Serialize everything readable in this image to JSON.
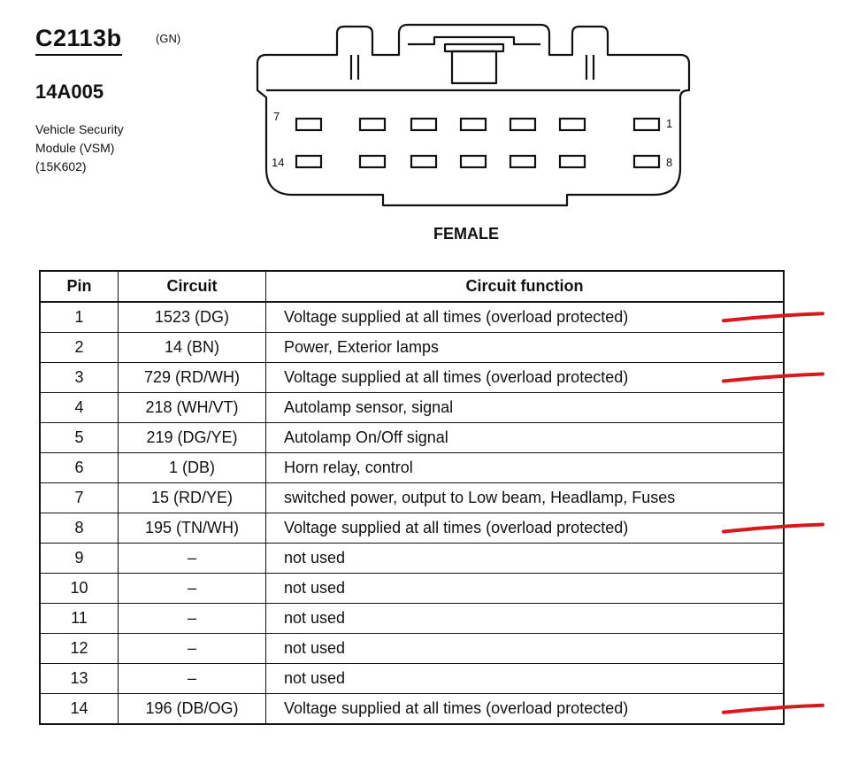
{
  "connector": {
    "id": "C2113b",
    "color_code": "(GN)",
    "part_number": "14A005",
    "description_lines": [
      "Vehicle Security",
      "Module (VSM)",
      "(15K602)"
    ],
    "gender": "FEMALE",
    "pin_labels": {
      "top_left": "7",
      "top_right": "1",
      "bottom_left": "14",
      "bottom_right": "8"
    }
  },
  "table": {
    "headers": {
      "pin": "Pin",
      "circuit": "Circuit",
      "function": "Circuit function"
    },
    "rows": [
      {
        "pin": "1",
        "circuit": "1523 (DG)",
        "function": "Voltage supplied at all times (overload protected)",
        "marked": true
      },
      {
        "pin": "2",
        "circuit": "14 (BN)",
        "function": "Power, Exterior lamps",
        "marked": false
      },
      {
        "pin": "3",
        "circuit": "729 (RD/WH)",
        "function": "Voltage supplied at all times (overload protected)",
        "marked": true
      },
      {
        "pin": "4",
        "circuit": "218 (WH/VT)",
        "function": "Autolamp sensor, signal",
        "marked": false
      },
      {
        "pin": "5",
        "circuit": "219 (DG/YE)",
        "function": "Autolamp On/Off signal",
        "marked": false
      },
      {
        "pin": "6",
        "circuit": "1 (DB)",
        "function": "Horn relay, control",
        "marked": false
      },
      {
        "pin": "7",
        "circuit": "15 (RD/YE)",
        "function": "switched power, output to Low beam, Headlamp, Fuses",
        "marked": false
      },
      {
        "pin": "8",
        "circuit": "195 (TN/WH)",
        "function": "Voltage supplied at all times (overload protected)",
        "marked": true
      },
      {
        "pin": "9",
        "circuit": "–",
        "function": "not used",
        "marked": false
      },
      {
        "pin": "10",
        "circuit": "–",
        "function": "not used",
        "marked": false
      },
      {
        "pin": "11",
        "circuit": "–",
        "function": "not used",
        "marked": false
      },
      {
        "pin": "12",
        "circuit": "–",
        "function": "not used",
        "marked": false
      },
      {
        "pin": "13",
        "circuit": "–",
        "function": "not used",
        "marked": false
      },
      {
        "pin": "14",
        "circuit": "196 (DB/OG)",
        "function": "Voltage supplied at all times (overload protected)",
        "marked": true
      }
    ]
  },
  "colors": {
    "ink": "#111111",
    "annotation": "#d7191c"
  }
}
